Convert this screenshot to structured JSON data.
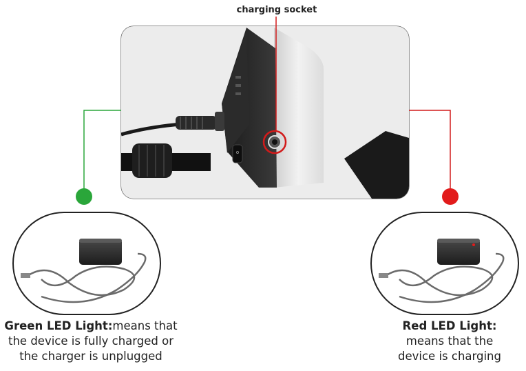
{
  "labels": {
    "charging_socket": "charging socket"
  },
  "green": {
    "color": "#2aa63a",
    "title": "Green LED Light:",
    "desc_1": "means that",
    "desc_2": "the device is fully charged or",
    "desc_3": "the charger is unplugged"
  },
  "red": {
    "color": "#e21b1b",
    "title": "Red LED Light:",
    "desc_1": "means that the",
    "desc_2": "device is charging"
  },
  "icons": {
    "socket_marker": "red-ring-highlight",
    "charger": "charger-adapter-icon"
  }
}
